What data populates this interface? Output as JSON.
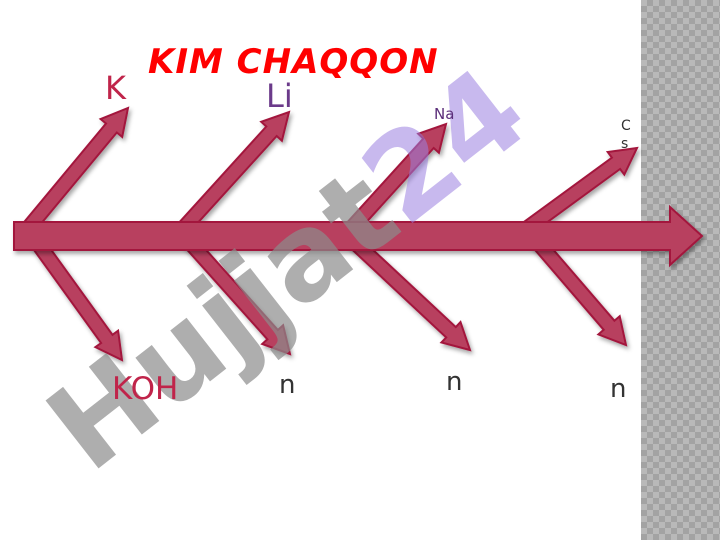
{
  "title": "KIM CHAQQON",
  "labels": {
    "k": "K",
    "li": "Li",
    "na": "Na",
    "cs": "Cs",
    "koh": "KOH",
    "n1": "n",
    "n2": "n",
    "n3": "n"
  },
  "watermark": "Hujjat24",
  "colors": {
    "arrow_fill": "#b8405e",
    "arrow_stroke": "#a3163d",
    "title": "#ff0000",
    "watermark_gray": "#8c8c8c",
    "watermark_purple": "#9b7fe0"
  }
}
